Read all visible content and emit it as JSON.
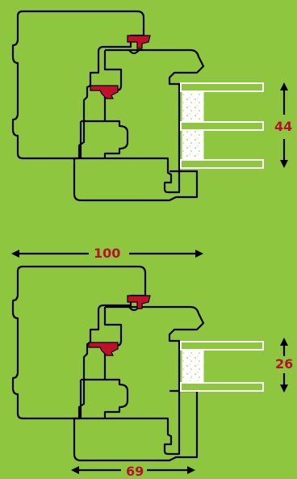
{
  "colors": {
    "background": "#8fc63f",
    "outline": "#000000",
    "seal": "#c0102a",
    "dimension_label": "#b5122e",
    "glass": "#ffffff"
  },
  "dimensions": {
    "top_glazing": "44",
    "bottom_glazing": "26",
    "top_width": "100",
    "bottom_width": "69"
  }
}
